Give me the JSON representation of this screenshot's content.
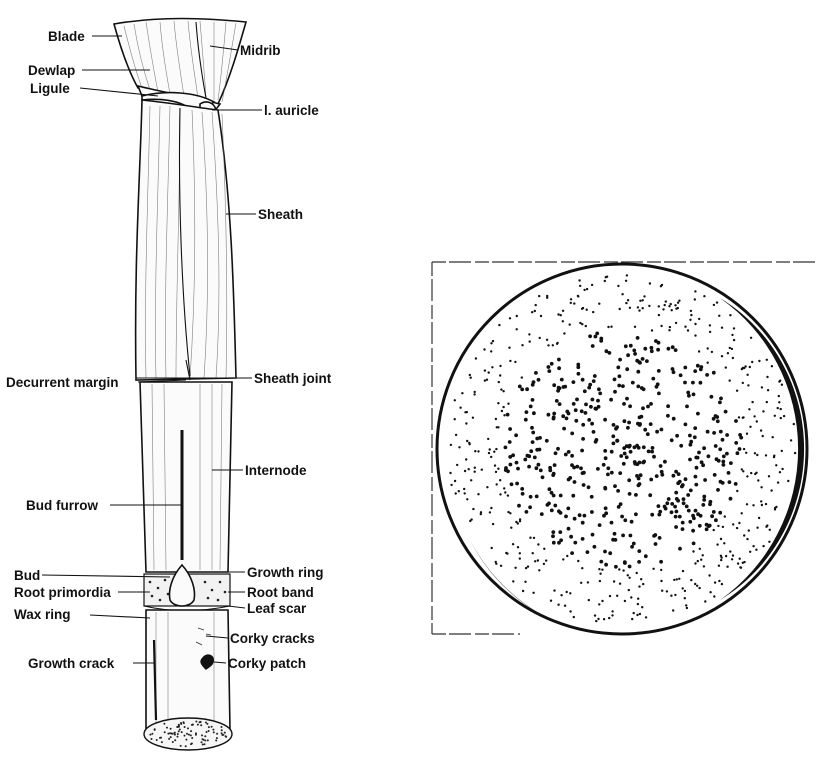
{
  "figure": {
    "labels": {
      "blade": "Blade",
      "midrib": "Midrib",
      "dewlap": "Dewlap",
      "ligule": "Ligule",
      "auricle": "l. auricle",
      "sheath": "Sheath",
      "decurrent_margin": "Decurrent margin",
      "sheath_joint": "Sheath joint",
      "internode": "Internode",
      "bud_furrow": "Bud furrow",
      "bud": "Bud",
      "growth_ring": "Growth ring",
      "root_primordia": "Root primordia",
      "root_band": "Root band",
      "wax_ring": "Wax ring",
      "leaf_scar": "Leaf scar",
      "corky_cracks": "Corky cracks",
      "growth_crack": "Growth crack",
      "corky_patch": "Corky patch"
    }
  }
}
